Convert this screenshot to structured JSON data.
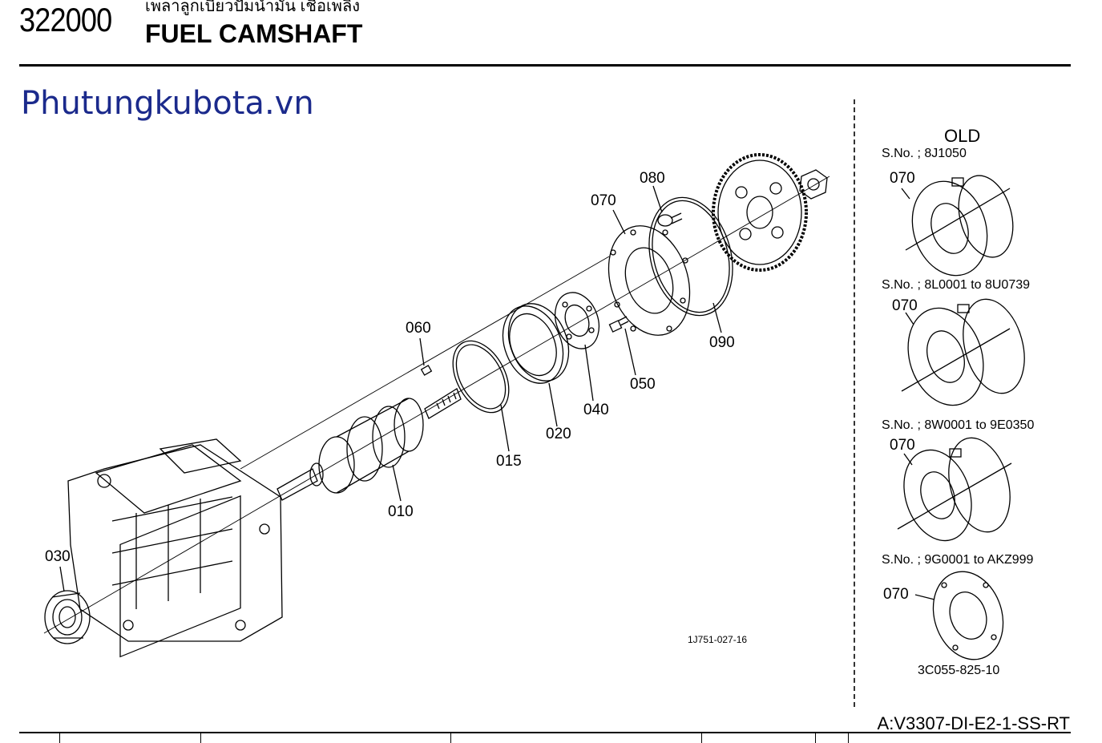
{
  "header": {
    "code": "322000",
    "title_thai": "เพลาลูกเบี้ยวปั๊มน้ำมัน เชื้อเพลิง",
    "title_en": "FUEL CAMSHAFT"
  },
  "watermark": "Phutungkubota.vn",
  "diagram": {
    "drawing_no": "1J751-027-16",
    "part_labels": [
      "080",
      "070",
      "090",
      "060",
      "050",
      "040",
      "020",
      "015",
      "010",
      "030"
    ]
  },
  "old_panel": {
    "title": "OLD",
    "variants": [
      {
        "serial": "S.No. ; 8J1050",
        "part": "070"
      },
      {
        "serial": "S.No. ; 8L0001 to 8U0739",
        "part": "070"
      },
      {
        "serial": "S.No. ; 8W0001 to 9E0350",
        "part": "070"
      },
      {
        "serial": "S.No. ; 9G0001 to AKZ999",
        "part": "070"
      }
    ],
    "drawing_no": "3C055-825-10"
  },
  "footer": {
    "model": "A:V3307-DI-E2-1-SS-RT"
  }
}
